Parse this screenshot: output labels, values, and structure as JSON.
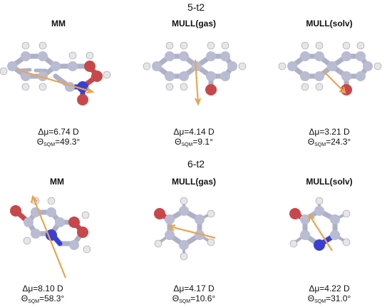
{
  "sections": [
    {
      "title": "5-t2",
      "panels": [
        {
          "method": "MM",
          "dmu_label": "Δμ=",
          "dmu": "6.74 D",
          "theta_sym": "Θ",
          "theta_sub": "SQM",
          "theta_eq": "=",
          "theta": "49.3°"
        },
        {
          "method": "MULL(gas)",
          "dmu_label": "Δμ=",
          "dmu": "4.14 D",
          "theta_sym": "Θ",
          "theta_sub": "SQM",
          "theta_eq": "=",
          "theta": "9.1°"
        },
        {
          "method": "MULL(solv)",
          "dmu_label": "Δμ=",
          "dmu": "3.21 D",
          "theta_sym": "Θ",
          "theta_sub": "SQM",
          "theta_eq": "=",
          "theta": "24.3°"
        }
      ]
    },
    {
      "title": "6-t2",
      "panels": [
        {
          "method": "MM",
          "dmu_label": "Δμ=",
          "dmu": "8.10 D",
          "theta_sym": "Θ",
          "theta_sub": "SQM",
          "theta_eq": "=",
          "theta": "58.3°"
        },
        {
          "method": "MULL(gas)",
          "dmu_label": "Δμ=",
          "dmu": "4.17 D",
          "theta_sym": "Θ",
          "theta_sub": "SQM",
          "theta_eq": "=",
          "theta": "10.6°"
        },
        {
          "method": "MULL(solv)",
          "dmu_label": "Δμ=",
          "dmu": "4.22 D",
          "theta_sym": "Θ",
          "theta_sub": "SQM",
          "theta_eq": "=",
          "theta": "31.0°"
        }
      ]
    }
  ],
  "colors": {
    "carbon": "#b9bcd3",
    "oxygen": "#c8474a",
    "nitrogen": "#3b3fd1",
    "hydrogen": "#e6e6ea",
    "bond": "#aeb1c6",
    "arrow": "#e8a552"
  }
}
